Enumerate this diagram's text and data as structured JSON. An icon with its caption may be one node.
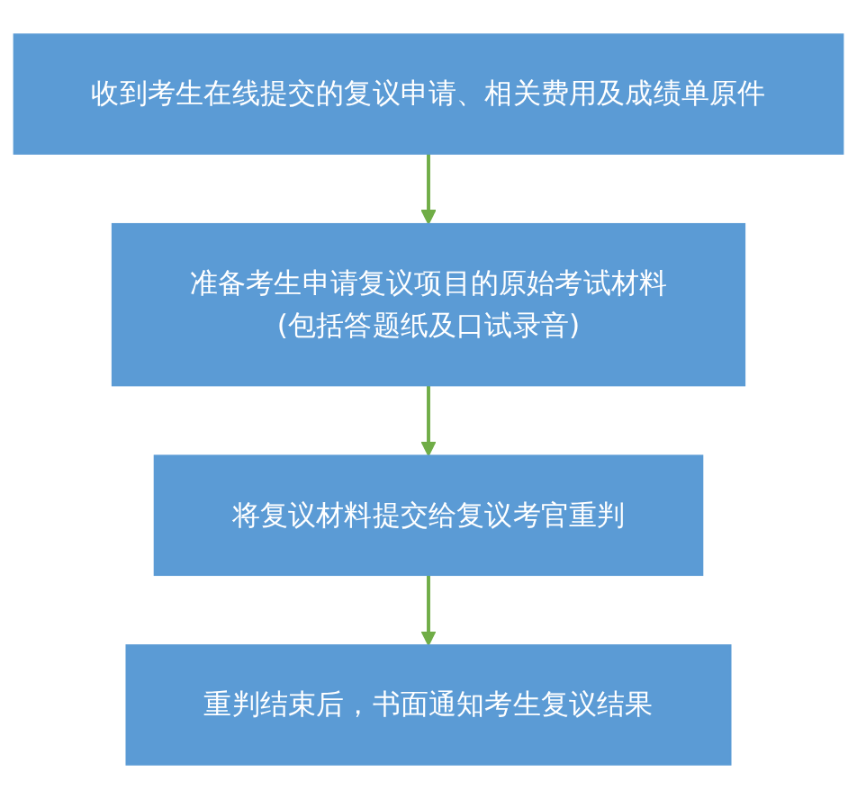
{
  "diagram": {
    "nodes": [
      {
        "text": [
          "收到考生在线提交的复议申请、相关费用及成绩单原件"
        ]
      },
      {
        "text": [
          "准备考生申请复议项目的原始考试材料",
          "(包括答题纸及口试录音)"
        ]
      },
      {
        "text": [
          "将复议材料提交给复议考官重判"
        ]
      },
      {
        "text": [
          "重判结束后，书面通知考生复议结果"
        ]
      }
    ],
    "edges": [
      {
        "from": 0,
        "to": 1,
        "arrow": "to"
      },
      {
        "from": 1,
        "to": 2,
        "arrow": "to"
      },
      {
        "from": 2,
        "to": 3,
        "arrow": "to"
      }
    ]
  }
}
